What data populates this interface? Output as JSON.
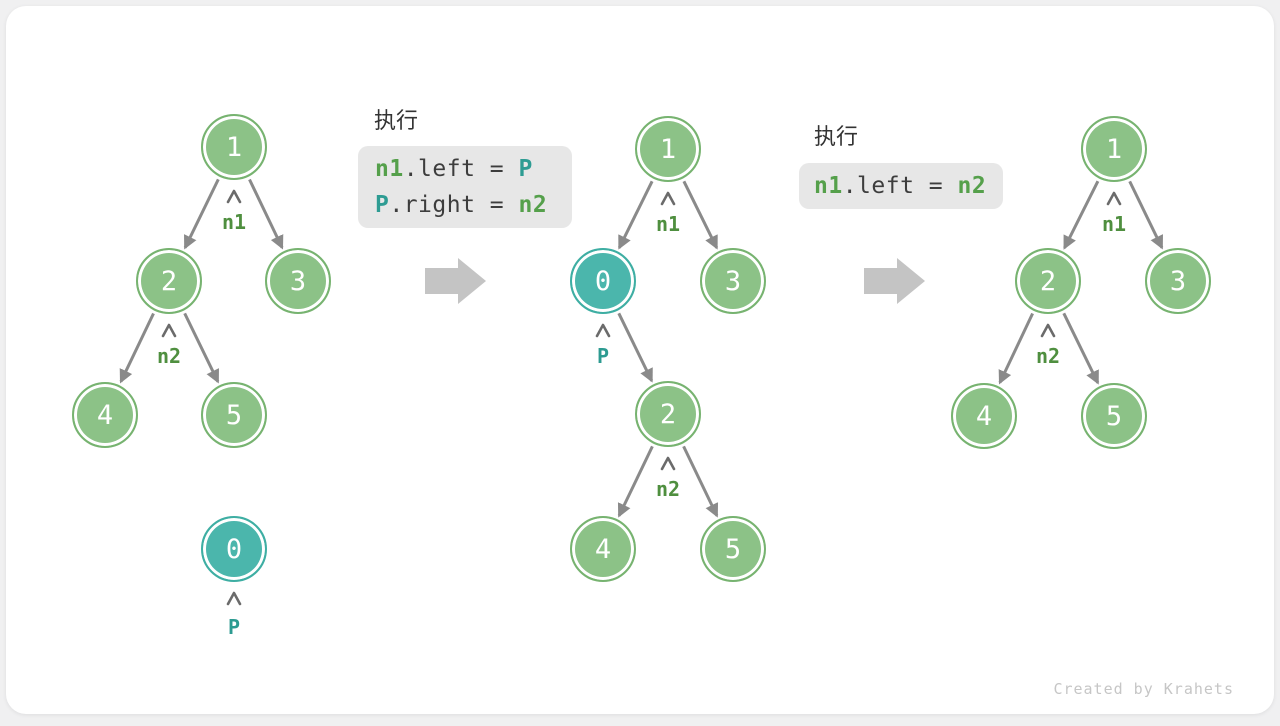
{
  "watermark": "Created by Krahets",
  "colors": {
    "node_green": "#8CC287",
    "node_green_border": "#77B370",
    "node_teal": "#4BB6AC",
    "node_teal_border": "#3EAEA3",
    "edge_gray": "#8A8A8A",
    "big_arrow_gray": "#C4C4C4",
    "code_bg": "#E7E7E7",
    "code_dark": "#3D3D3D",
    "code_green": "#55A04B",
    "code_teal": "#2E9C93",
    "label_green": "#4F8F3F",
    "label_teal": "#2D9B91",
    "chevron_gray": "#6B6B6B",
    "watermark_gray": "#C6C6C6",
    "page_bg": "#F0F0F1",
    "card_bg": "#FFFFFF",
    "title_dark": "#333333"
  },
  "step1": {
    "title": "执行",
    "line1": {
      "var1": "n1",
      "prop": ".left",
      "eq": " = ",
      "var2": "P"
    },
    "line2": {
      "var1": "P",
      "prop": ".right",
      "eq": " = ",
      "var2": "n2"
    }
  },
  "step2": {
    "title": "执行",
    "line1": {
      "var1": "n1",
      "prop": ".left",
      "eq": " = ",
      "var2": "n2"
    }
  },
  "tree_left": {
    "node1": "1",
    "node2": "2",
    "node3": "3",
    "node4": "4",
    "node5": "5",
    "node0": "0",
    "label_n1": "n1",
    "label_n2": "n2",
    "label_p": "P"
  },
  "tree_middle": {
    "node1": "1",
    "node0": "0",
    "node3": "3",
    "node2": "2",
    "node4": "4",
    "node5": "5",
    "label_n1": "n1",
    "label_p": "P",
    "label_n2": "n2"
  },
  "tree_right": {
    "node1": "1",
    "node2": "2",
    "node3": "3",
    "node4": "4",
    "node5": "5",
    "label_n1": "n1",
    "label_n2": "n2"
  }
}
